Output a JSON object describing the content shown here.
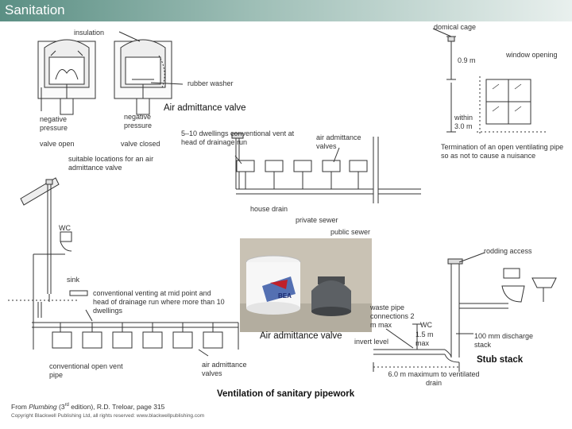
{
  "header": {
    "title": "Sanitation"
  },
  "labels": {
    "insulation": "insulation",
    "domical_cage": "domical cage",
    "window_opening": "window opening",
    "dist_09m": "0.9 m",
    "rubber_washer": "rubber washer",
    "aav_title": "Air admittance valve",
    "negative_pressure_1": "negative pressure",
    "negative_pressure_2": "negative pressure",
    "within_3m": "within 3.0 m",
    "valve_open": "valve open",
    "valve_closed": "valve closed",
    "dwellings_conventional": "5–10 dwellings conventional vent at head of drainage run",
    "aav_valves_top": "air admittance valves",
    "termination": "Termination of an open ventilating pipe so as not to cause a nuisance",
    "suitable_locations": "suitable locations for an air admittance valve",
    "house_drain": "house drain",
    "private_sewer": "private sewer",
    "public_sewer": "public sewer",
    "wc_left": "WC",
    "rodding_access": "rodding access",
    "sink": "sink",
    "conventional_midpoint": "conventional venting at mid point and head of drainage run where more than 10 dwellings",
    "waste_pipe": "waste pipe connections 2 m max",
    "wc_right": "WC",
    "dist_15m": "1.5 m max",
    "invert_level": "invert level",
    "aav_photo_label": "Air admittance valve",
    "discharge_stack": "100 mm discharge stack",
    "conventional_open_vent": "conventional open vent pipe",
    "aav_valves_bottom": "air admittance valves",
    "stub_stack": "Stub stack",
    "dist_6m": "6.0 m maximum to ventilated drain",
    "caption": "Ventilation of sanitary pipework",
    "photo_logo": "BEA",
    "credit_pre": "From ",
    "credit_book": "Plumbing",
    "credit_ed_pre": " (3",
    "credit_sup": "rd",
    "credit_ed_post": " edition), R.D. Treloar, page 315",
    "copyright": "Copyright Blackwell Publishing Ltd, all rights reserved: www.blackwellpublishing.com"
  }
}
